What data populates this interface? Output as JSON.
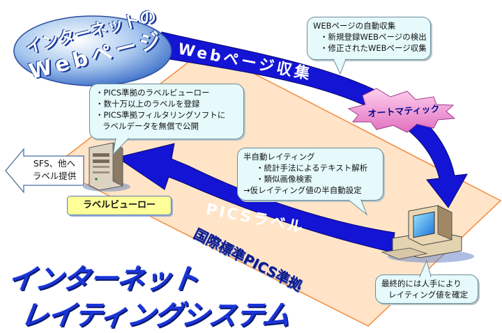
{
  "colors": {
    "arrow_blue": "#1414d4",
    "plane_fill": "#ffe4c8",
    "plane_border": "#f08a3c",
    "callout_fill": "#e6fafc",
    "bureau_label_fill": "#ffff99",
    "title_blue": "#1a35d8"
  },
  "internet_bubble": {
    "line1": "インターネットの",
    "line2": "Webページ"
  },
  "arrows": {
    "web_collect": "Webページ収集",
    "pics_label": "PICSラベル",
    "standard_plane": "国際標準PICS準拠"
  },
  "automatic_label": "オートマティック",
  "callouts": {
    "web_collection": [
      "WEBページの自動収集",
      "・新規登録WEBページの検出",
      "・修正されたWEBページ収集"
    ],
    "bureau": [
      "・PICS準拠のラベルビューロー",
      "・数十万以上のラベルを登録",
      "・PICS準拠フィルタリングソフトに",
      "ラベルデータを無償で公開"
    ],
    "semi_auto": [
      "半自動レイティング",
      "・統計手法によるテキスト解析",
      "・類似画像検索",
      "→仮レイティング値の半自動設定"
    ],
    "final": [
      "最終的には人手により",
      "レイティング値を確定"
    ]
  },
  "sfs_box": [
    "SFS、他へ",
    "ラベル提供"
  ],
  "bureau_label": "ラベルビューロー",
  "icons": {
    "server": "server-icon",
    "workstation": "computer-icon"
  },
  "title": {
    "line1": "インターネット",
    "line2": "レイティングシステム"
  }
}
